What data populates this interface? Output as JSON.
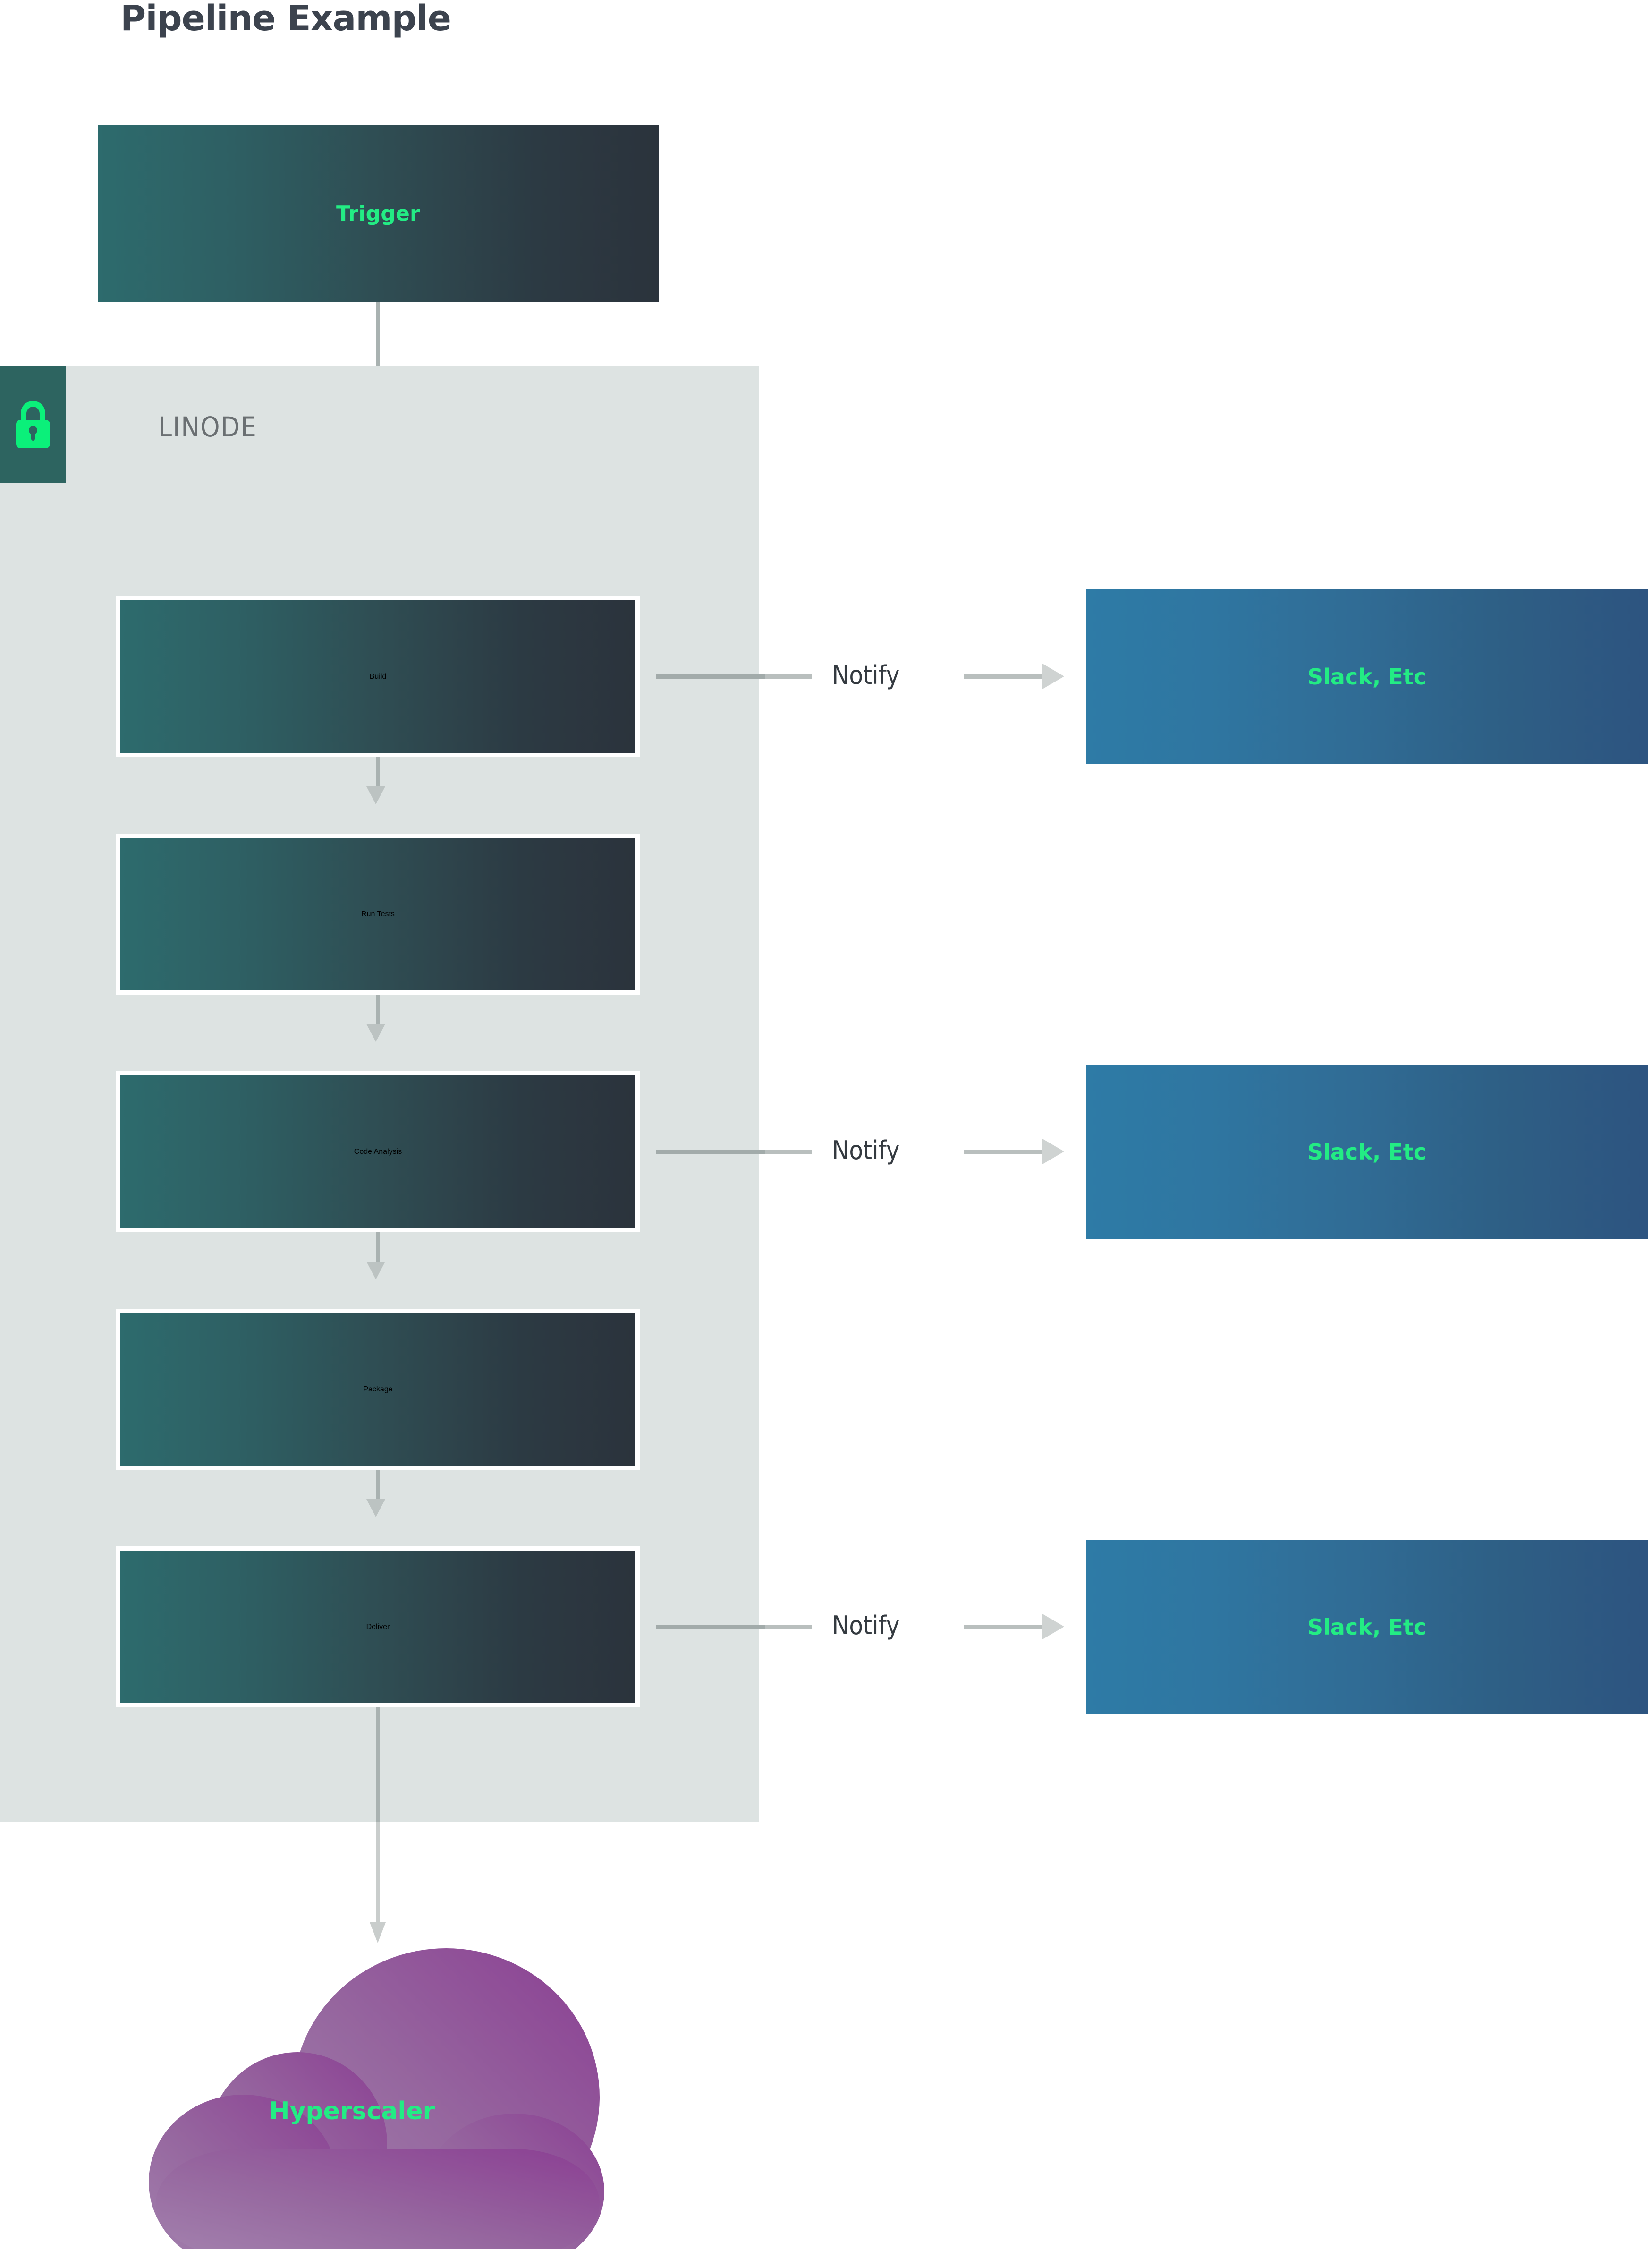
{
  "page": {
    "title": "Pipeline Example",
    "background": "#ffffff"
  },
  "colors": {
    "accent_green": "#23ec84",
    "box_gradient_start": "#2d6b6d",
    "box_gradient_end": "#2b333c",
    "panel_background": "#dde3e2",
    "lock_tile": "#2d6460",
    "slack_gradient_start": "#2e7ba6",
    "slack_gradient_end": "#2d5480",
    "cloud_gradient_start": "#9a7aa8",
    "cloud_gradient_end": "#8e4097",
    "title_text": "#3c434e",
    "panel_label_text": "#6a6f72",
    "notify_text": "#343a40",
    "connector": "#b9bfbe"
  },
  "trigger": {
    "label": "Trigger"
  },
  "linode_panel": {
    "label": "LINODE",
    "lock_icon": "lock-icon",
    "stages": [
      {
        "id": "build",
        "label": "Build"
      },
      {
        "id": "run-tests",
        "label": "Run Tests"
      },
      {
        "id": "code-analysis",
        "label": "Code Analysis"
      },
      {
        "id": "package",
        "label": "Package"
      },
      {
        "id": "deliver",
        "label": "Deliver"
      }
    ]
  },
  "notifications": [
    {
      "from": "build",
      "label": "Notify",
      "target": "Slack, Etc"
    },
    {
      "from": "code-analysis",
      "label": "Notify",
      "target": "Slack, Etc"
    },
    {
      "from": "deliver",
      "label": "Notify",
      "target": "Slack, Etc"
    }
  ],
  "targets": [
    {
      "label": "Slack, Etc"
    },
    {
      "label": "Slack, Etc"
    },
    {
      "label": "Slack, Etc"
    }
  ],
  "cloud": {
    "label": "Hyperscaler"
  },
  "chart_data": {
    "type": "diagram",
    "title": "Pipeline Example",
    "nodes": [
      {
        "id": "trigger",
        "label": "Trigger",
        "group": "external",
        "shape": "rect"
      },
      {
        "id": "build",
        "label": "Build",
        "group": "linode",
        "shape": "rect"
      },
      {
        "id": "run-tests",
        "label": "Run Tests",
        "group": "linode",
        "shape": "rect"
      },
      {
        "id": "code-analysis",
        "label": "Code Analysis",
        "group": "linode",
        "shape": "rect"
      },
      {
        "id": "package",
        "label": "Package",
        "group": "linode",
        "shape": "rect"
      },
      {
        "id": "deliver",
        "label": "Deliver",
        "group": "linode",
        "shape": "rect"
      },
      {
        "id": "slack-1",
        "label": "Slack, Etc",
        "group": "external",
        "shape": "rect"
      },
      {
        "id": "slack-2",
        "label": "Slack, Etc",
        "group": "external",
        "shape": "rect"
      },
      {
        "id": "slack-3",
        "label": "Slack, Etc",
        "group": "external",
        "shape": "rect"
      },
      {
        "id": "hyperscaler",
        "label": "Hyperscaler",
        "group": "external",
        "shape": "cloud"
      }
    ],
    "groups": [
      {
        "id": "linode",
        "label": "LINODE",
        "icon": "lock-icon"
      }
    ],
    "edges": [
      {
        "from": "trigger",
        "to": "build",
        "label": "",
        "direction": "down"
      },
      {
        "from": "build",
        "to": "run-tests",
        "label": "",
        "direction": "down"
      },
      {
        "from": "run-tests",
        "to": "code-analysis",
        "label": "",
        "direction": "down"
      },
      {
        "from": "code-analysis",
        "to": "package",
        "label": "",
        "direction": "down"
      },
      {
        "from": "package",
        "to": "deliver",
        "label": "",
        "direction": "down"
      },
      {
        "from": "build",
        "to": "slack-1",
        "label": "Notify",
        "direction": "right"
      },
      {
        "from": "code-analysis",
        "to": "slack-2",
        "label": "Notify",
        "direction": "right"
      },
      {
        "from": "deliver",
        "to": "slack-3",
        "label": "Notify",
        "direction": "right"
      },
      {
        "from": "deliver",
        "to": "hyperscaler",
        "label": "",
        "direction": "down"
      }
    ]
  }
}
